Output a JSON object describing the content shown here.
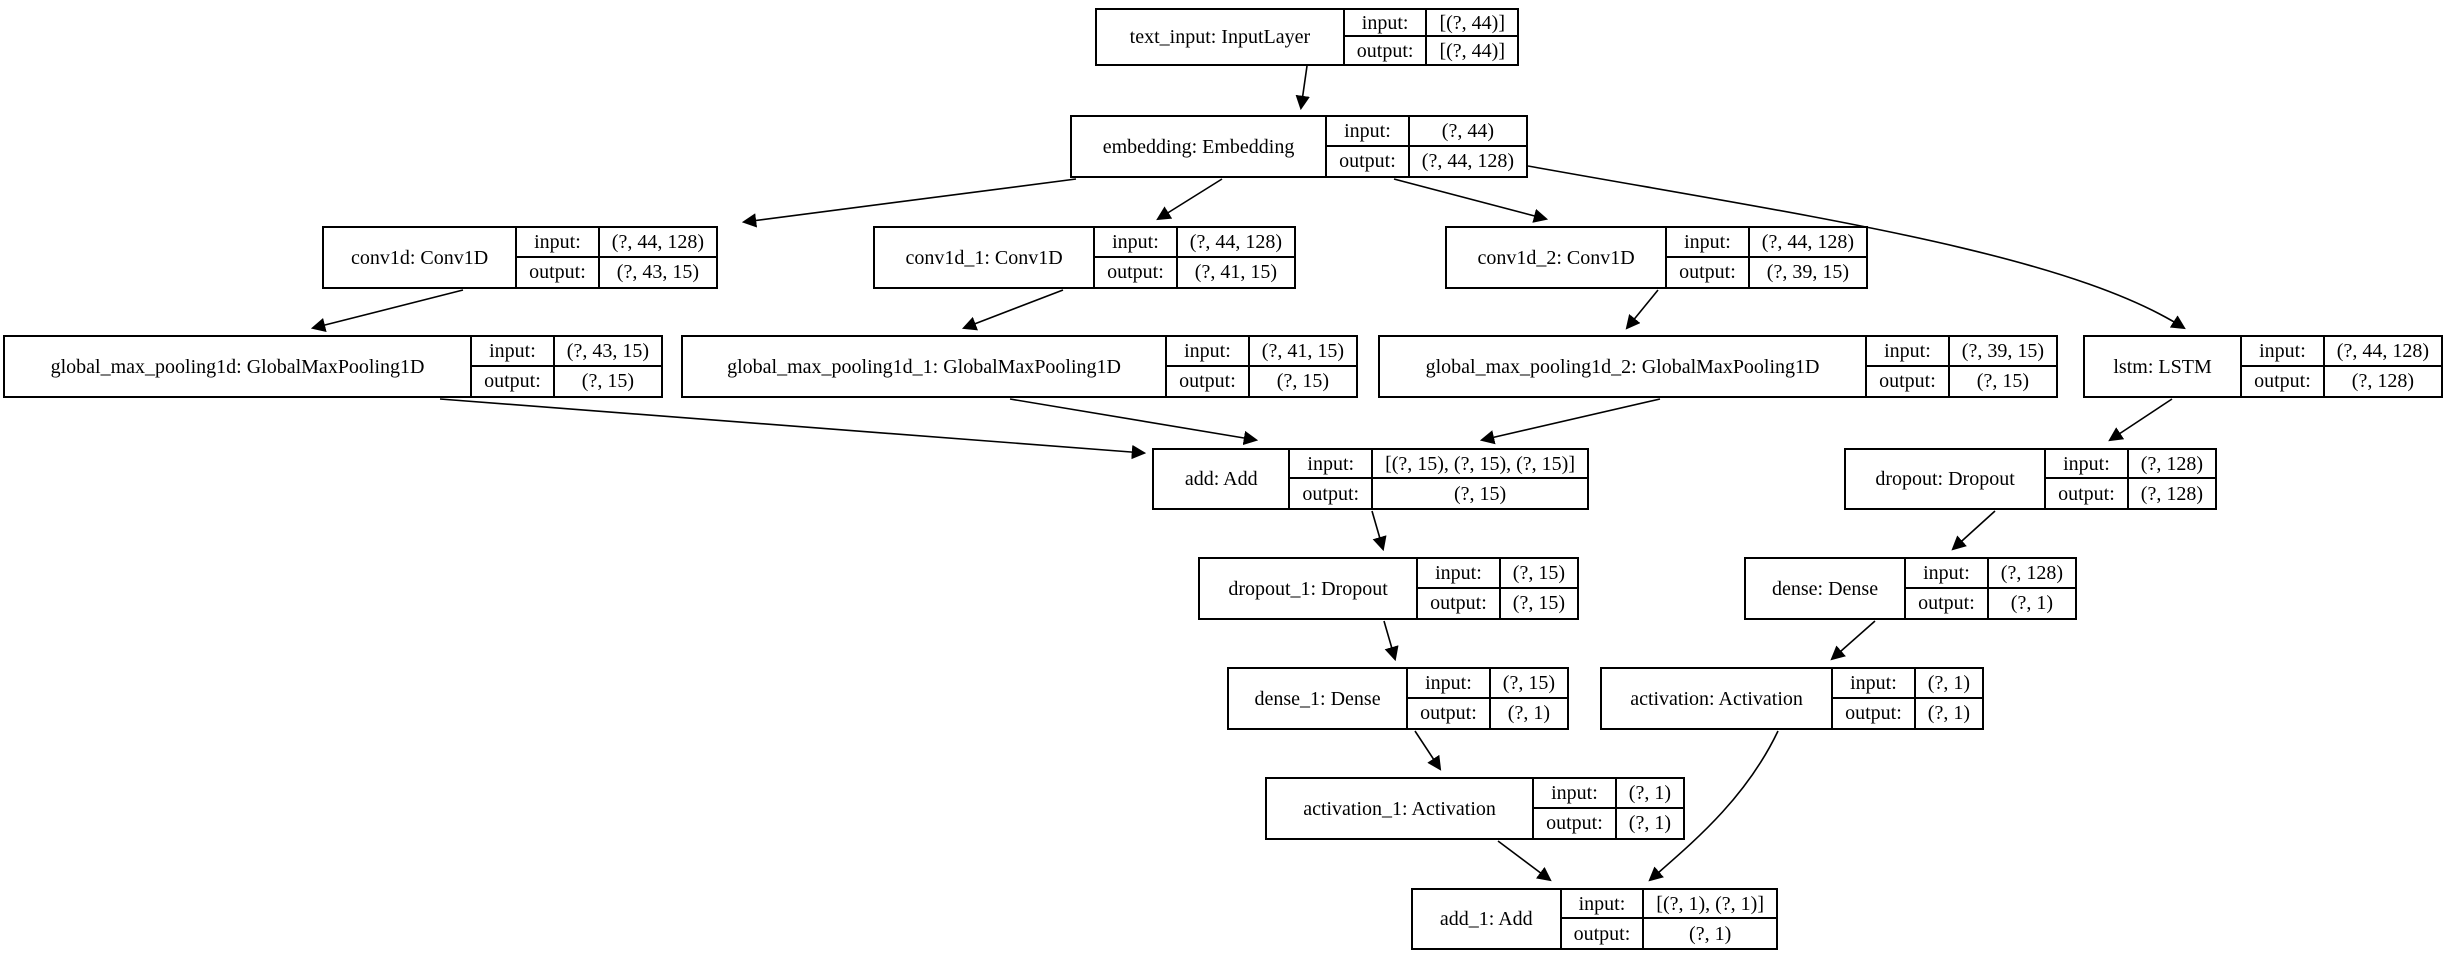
{
  "diagram": {
    "kind": "keras-model-architecture-graph",
    "colors": {
      "background": "#ffffff",
      "border": "#000000",
      "text": "#000000"
    },
    "labels": {
      "input": "input:",
      "output": "output:"
    },
    "nodes": [
      {
        "id": "text_input",
        "title": "text_input: InputLayer",
        "input": "[(?, 44)]",
        "output": "[(?, 44)]"
      },
      {
        "id": "embedding",
        "title": "embedding: Embedding",
        "input": "(?, 44)",
        "output": "(?, 44, 128)"
      },
      {
        "id": "conv1d",
        "title": "conv1d: Conv1D",
        "input": "(?, 44, 128)",
        "output": "(?, 43, 15)"
      },
      {
        "id": "conv1d_1",
        "title": "conv1d_1: Conv1D",
        "input": "(?, 44, 128)",
        "output": "(?, 41, 15)"
      },
      {
        "id": "conv1d_2",
        "title": "conv1d_2: Conv1D",
        "input": "(?, 44, 128)",
        "output": "(?, 39, 15)"
      },
      {
        "id": "global_max_pooling1d",
        "title": "global_max_pooling1d: GlobalMaxPooling1D",
        "input": "(?, 43, 15)",
        "output": "(?, 15)"
      },
      {
        "id": "global_max_pooling1d_1",
        "title": "global_max_pooling1d_1: GlobalMaxPooling1D",
        "input": "(?, 41, 15)",
        "output": "(?, 15)"
      },
      {
        "id": "global_max_pooling1d_2",
        "title": "global_max_pooling1d_2: GlobalMaxPooling1D",
        "input": "(?, 39, 15)",
        "output": "(?, 15)"
      },
      {
        "id": "lstm",
        "title": "lstm: LSTM",
        "input": "(?, 44, 128)",
        "output": "(?, 128)"
      },
      {
        "id": "add",
        "title": "add: Add",
        "input": "[(?, 15), (?, 15), (?, 15)]",
        "output": "(?, 15)"
      },
      {
        "id": "dropout",
        "title": "dropout: Dropout",
        "input": "(?, 128)",
        "output": "(?, 128)"
      },
      {
        "id": "dropout_1",
        "title": "dropout_1: Dropout",
        "input": "(?, 15)",
        "output": "(?, 15)"
      },
      {
        "id": "dense",
        "title": "dense: Dense",
        "input": "(?, 128)",
        "output": "(?, 1)"
      },
      {
        "id": "dense_1",
        "title": "dense_1: Dense",
        "input": "(?, 15)",
        "output": "(?, 1)"
      },
      {
        "id": "activation",
        "title": "activation: Activation",
        "input": "(?, 1)",
        "output": "(?, 1)"
      },
      {
        "id": "activation_1",
        "title": "activation_1: Activation",
        "input": "(?, 1)",
        "output": "(?, 1)"
      },
      {
        "id": "add_1",
        "title": "add_1: Add",
        "input": "[(?, 1), (?, 1)]",
        "output": "(?, 1)"
      }
    ],
    "edges": [
      {
        "from": "text_input",
        "to": "embedding"
      },
      {
        "from": "embedding",
        "to": "conv1d"
      },
      {
        "from": "embedding",
        "to": "conv1d_1"
      },
      {
        "from": "embedding",
        "to": "conv1d_2"
      },
      {
        "from": "embedding",
        "to": "lstm"
      },
      {
        "from": "conv1d",
        "to": "global_max_pooling1d"
      },
      {
        "from": "conv1d_1",
        "to": "global_max_pooling1d_1"
      },
      {
        "from": "conv1d_2",
        "to": "global_max_pooling1d_2"
      },
      {
        "from": "global_max_pooling1d",
        "to": "add"
      },
      {
        "from": "global_max_pooling1d_1",
        "to": "add"
      },
      {
        "from": "global_max_pooling1d_2",
        "to": "add"
      },
      {
        "from": "lstm",
        "to": "dropout"
      },
      {
        "from": "add",
        "to": "dropout_1"
      },
      {
        "from": "dropout",
        "to": "dense"
      },
      {
        "from": "dropout_1",
        "to": "dense_1"
      },
      {
        "from": "dense",
        "to": "activation"
      },
      {
        "from": "dense_1",
        "to": "activation_1"
      },
      {
        "from": "activation_1",
        "to": "add_1"
      },
      {
        "from": "activation",
        "to": "add_1"
      }
    ]
  }
}
